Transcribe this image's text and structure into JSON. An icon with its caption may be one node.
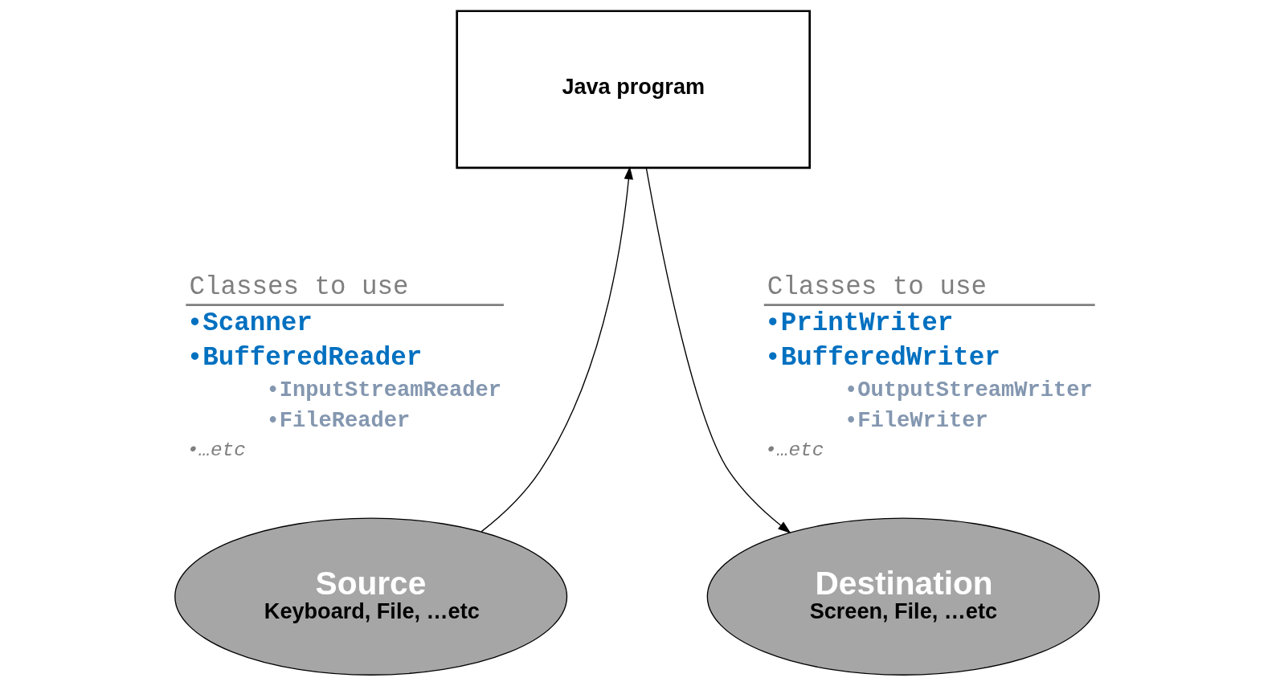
{
  "diagram": {
    "nodes": [
      {
        "text": [
          "Java program"
        ]
      },
      {
        "text": [
          "Source",
          "Keyboard, File, …etc"
        ]
      },
      {
        "text": [
          "Destination",
          "Screen, File, …etc"
        ]
      }
    ],
    "edges": [
      {
        "from": 1,
        "to": 0,
        "arrow": "to"
      },
      {
        "from": 0,
        "to": 2,
        "arrow": "to"
      }
    ],
    "labels": [
      "Classes to use",
      "•Scanner",
      "•BufferedReader",
      "•InputStreamReader",
      "•FileReader",
      "•…etc",
      "Classes to use",
      "•PrintWriter",
      "•BufferedWriter",
      "•OutputStreamWriter",
      "•FileWriter",
      "•…etc"
    ]
  }
}
